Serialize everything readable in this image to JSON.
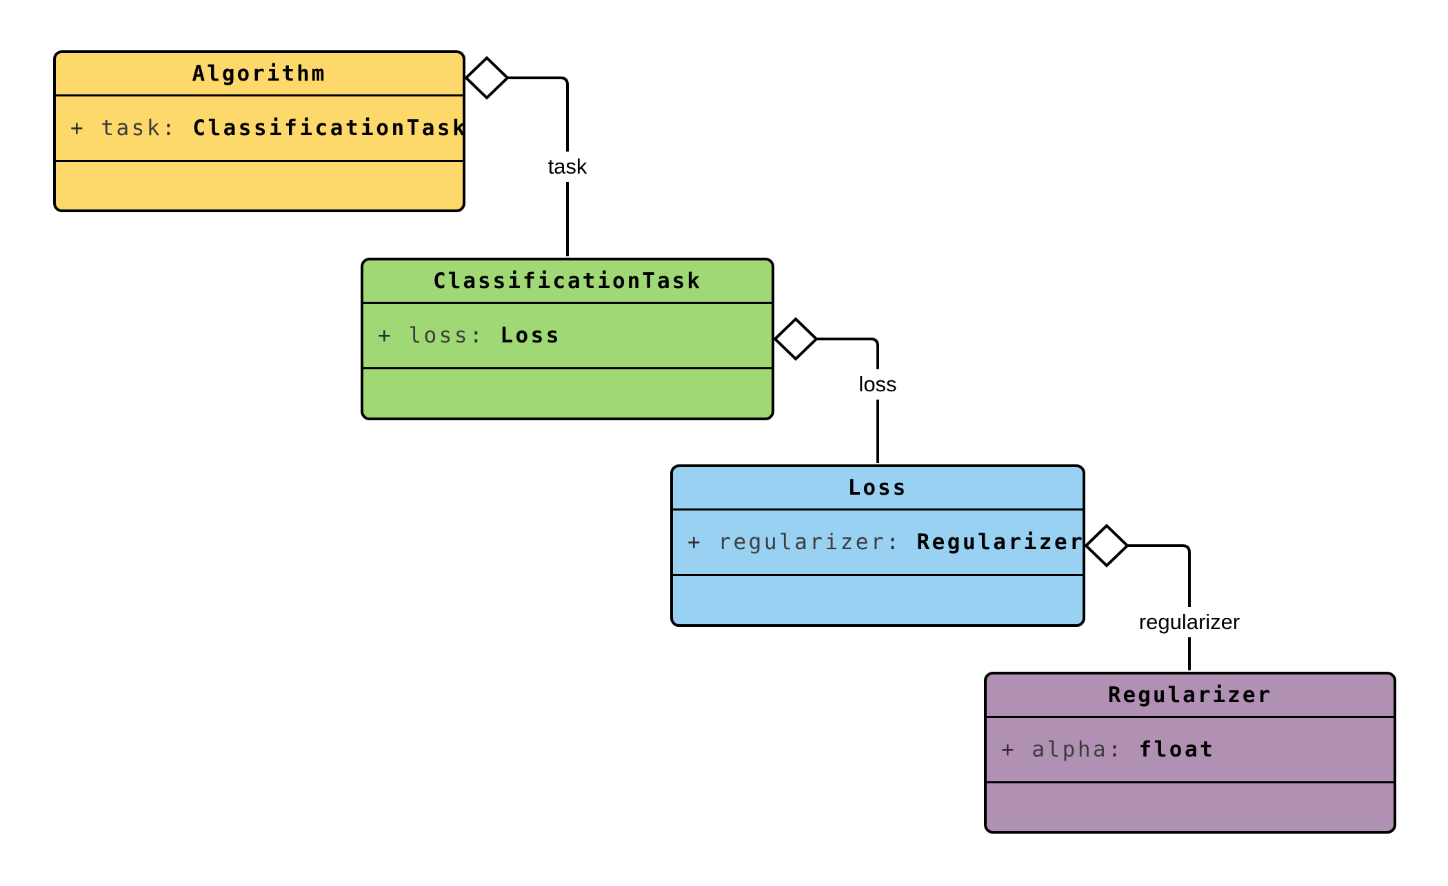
{
  "diagram": {
    "type": "uml-class-diagram",
    "background": "#ffffff",
    "stroke": "#000000",
    "classes": [
      {
        "name": "Algorithm",
        "fill": "#FCD96A",
        "attributes": [
          {
            "visibility": "+ ",
            "name": "task",
            "separator": ": ",
            "type": "ClassificationTask"
          }
        ]
      },
      {
        "name": "ClassificationTask",
        "fill": "#9FD875",
        "attributes": [
          {
            "visibility": "+ ",
            "name": "loss",
            "separator": ": ",
            "type": "Loss"
          }
        ]
      },
      {
        "name": "Loss",
        "fill": "#99D1F2",
        "attributes": [
          {
            "visibility": "+ ",
            "name": "regularizer",
            "separator": ": ",
            "type": "Regularizer"
          }
        ]
      },
      {
        "name": "Regularizer",
        "fill": "#B191B3",
        "attributes": [
          {
            "visibility": "+ ",
            "name": "alpha",
            "separator": ": ",
            "type": "float"
          }
        ]
      }
    ],
    "relations": [
      {
        "from": "Algorithm",
        "to": "ClassificationTask",
        "label": "task",
        "kind": "aggregation"
      },
      {
        "from": "ClassificationTask",
        "to": "Loss",
        "label": "loss",
        "kind": "aggregation"
      },
      {
        "from": "Loss",
        "to": "Regularizer",
        "label": "regularizer",
        "kind": "aggregation"
      }
    ]
  }
}
